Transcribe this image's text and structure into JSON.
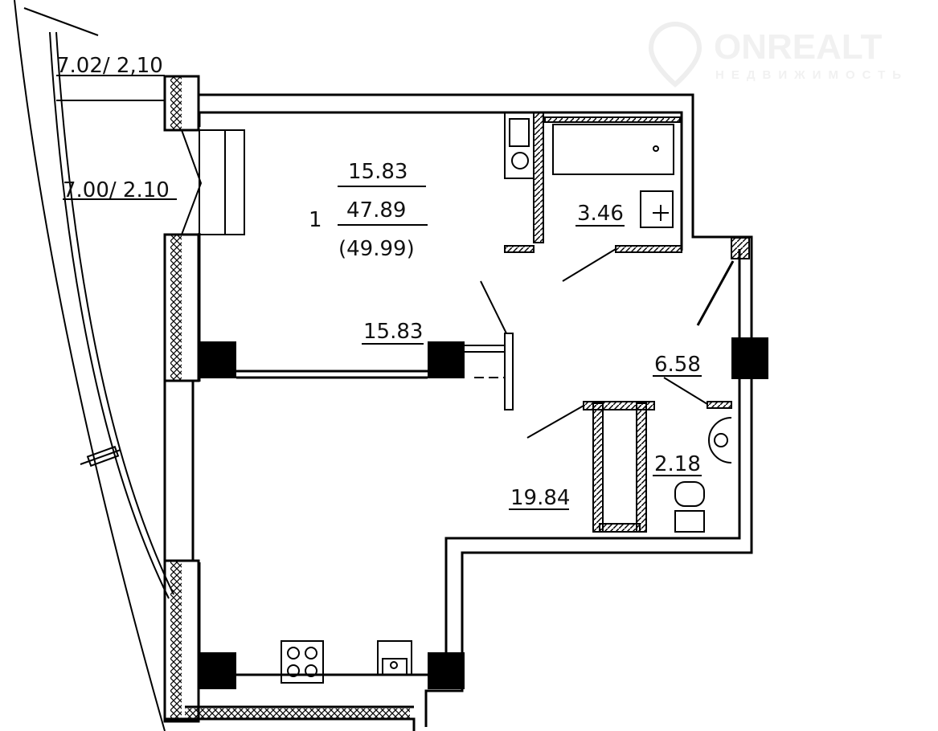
{
  "watermark": {
    "brand": "ONREALT",
    "subtitle": "НЕДВИЖИМОСТЬ"
  },
  "plan": {
    "rooms_count": "1",
    "living_area": "15.83",
    "total_area": "47.89",
    "total_with_balcony": "(49.99)"
  },
  "rooms": {
    "living_room": "15.83",
    "bathroom": "3.46",
    "hallway": "6.58",
    "toilet": "2.18",
    "kitchen": "19.84"
  },
  "balcony": {
    "label_top": "7.02/ 2,10",
    "label_bottom": "7.00/ 2.10"
  },
  "colors": {
    "wall": "#000000",
    "background": "#ffffff"
  }
}
